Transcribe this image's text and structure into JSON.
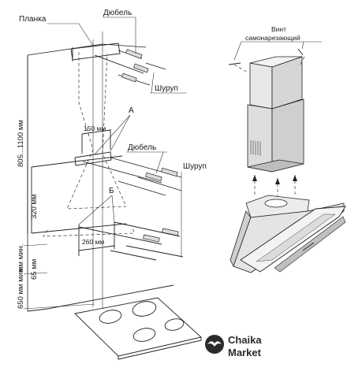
{
  "labels": {
    "planka": "Планка",
    "dubel_top": "Дюбель",
    "shurup_top": "Шуруп",
    "a_marker": "А",
    "dim_150": "150 мм",
    "dubel_mid": "Дюбель",
    "shurup_mid": "Шуруп",
    "b_marker": "Б",
    "dim_260": "260 мм",
    "dim_805_1100": "805...1100 мм",
    "dim_320": "320 мм",
    "dim_65_min": "мм мин.",
    "dim_65": "65 мм",
    "dim_650_min": "650 мм мин.",
    "screw_line1": "Винт",
    "screw_line2": "самонарезающий"
  },
  "logo": {
    "line1": "Chaika",
    "line2": "Market",
    "color": "#2b2b2b"
  }
}
